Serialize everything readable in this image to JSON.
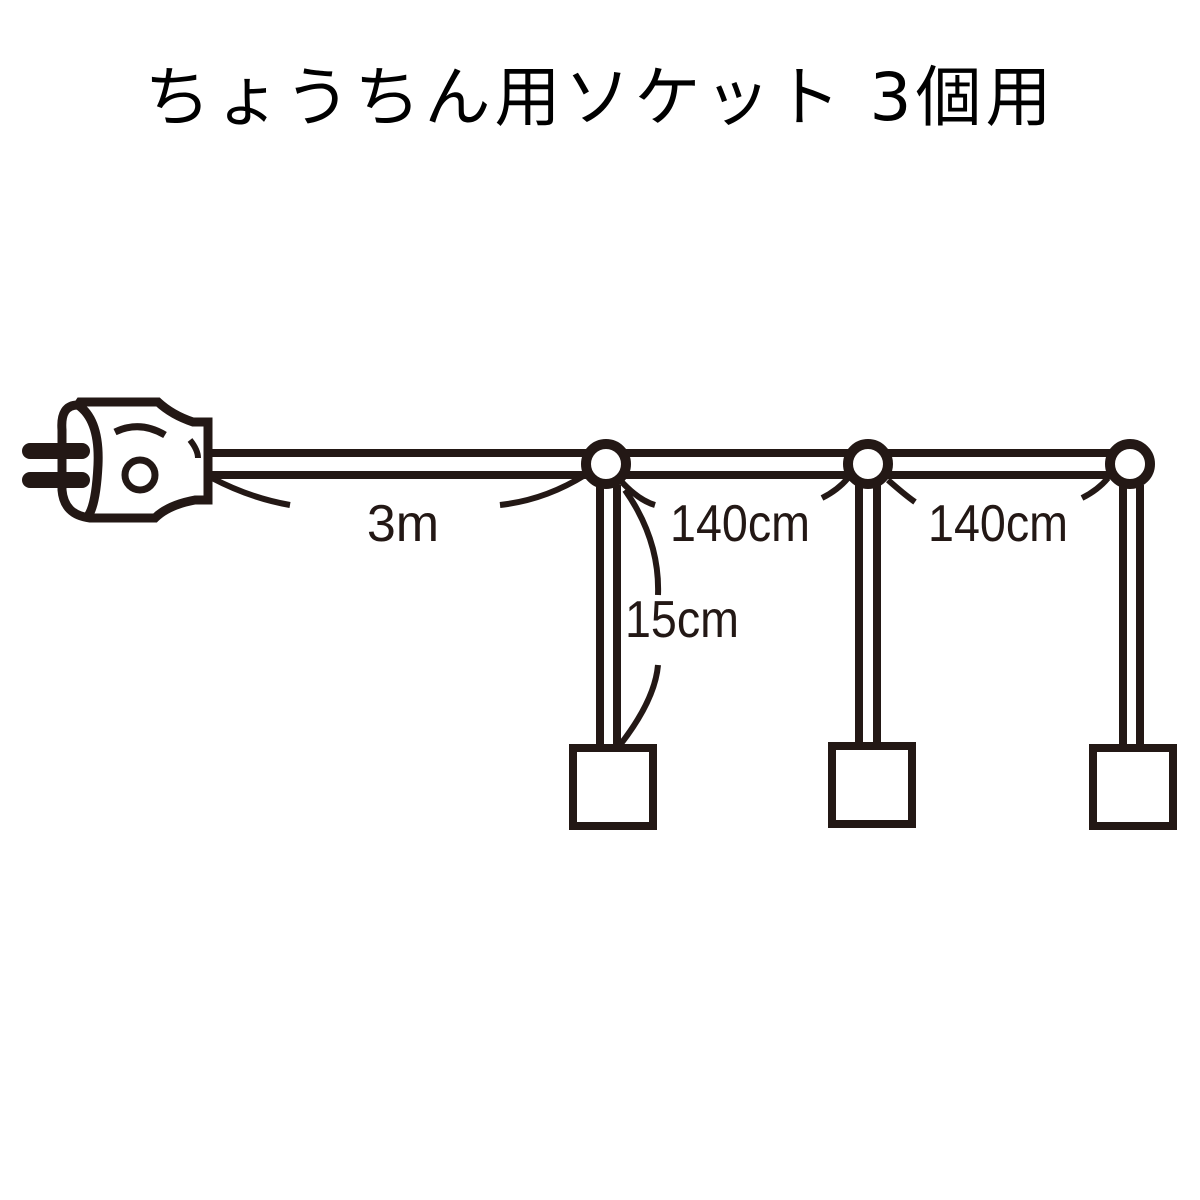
{
  "title": "ちょうちん用ソケット 3個用",
  "colors": {
    "line": "#231815",
    "background": "#ffffff"
  },
  "diagram": {
    "plug": {
      "icon": "power-plug-icon"
    },
    "main_cord": {
      "label": "3m"
    },
    "segments": [
      {
        "label": "140cm"
      },
      {
        "label": "140cm"
      }
    ],
    "drop_cord": {
      "label": "15cm"
    },
    "socket_count": 3
  }
}
